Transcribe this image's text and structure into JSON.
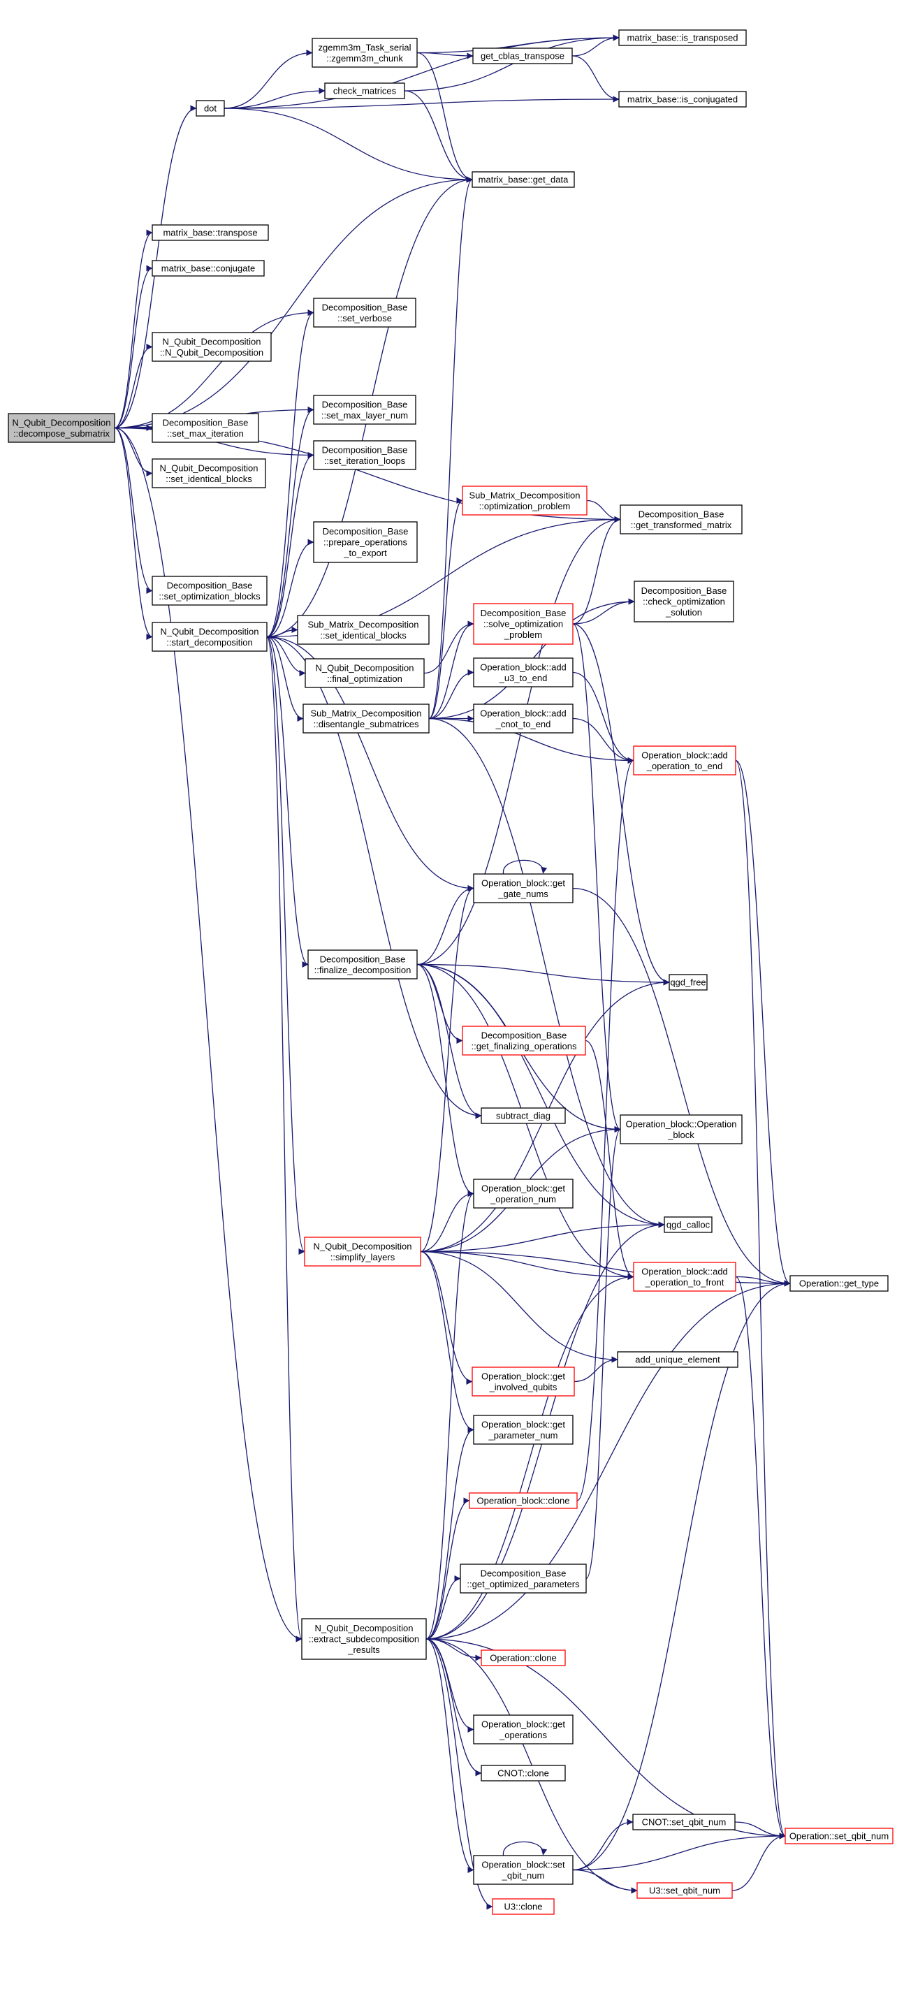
{
  "colors": {
    "edge": "#191970",
    "node_border": "#000000",
    "node_border_truncated": "#ff0000",
    "node_fill": "#ffffff",
    "root_fill": "#bfbfbf"
  },
  "nodes": [
    {
      "id": "root",
      "lines": [
        "N_Qubit_Decomposition",
        "::decompose_submatrix"
      ],
      "style": "root"
    },
    {
      "id": "dot",
      "lines": [
        "dot"
      ],
      "style": "normal"
    },
    {
      "id": "zgemm",
      "lines": [
        "zgemm3m_Task_serial",
        "::zgemm3m_chunk"
      ],
      "style": "normal"
    },
    {
      "id": "check_mat",
      "lines": [
        "check_matrices"
      ],
      "style": "normal"
    },
    {
      "id": "get_cblas",
      "lines": [
        "get_cblas_transpose"
      ],
      "style": "normal"
    },
    {
      "id": "is_transposed",
      "lines": [
        "matrix_base::is_transposed"
      ],
      "style": "normal"
    },
    {
      "id": "is_conjugated",
      "lines": [
        "matrix_base::is_conjugated"
      ],
      "style": "normal"
    },
    {
      "id": "get_data",
      "lines": [
        "matrix_base::get_data"
      ],
      "style": "normal"
    },
    {
      "id": "transpose",
      "lines": [
        "matrix_base::transpose"
      ],
      "style": "normal"
    },
    {
      "id": "conjugate",
      "lines": [
        "matrix_base::conjugate"
      ],
      "style": "normal"
    },
    {
      "id": "set_verbose",
      "lines": [
        "Decomposition_Base",
        "::set_verbose"
      ],
      "style": "normal"
    },
    {
      "id": "nqd_ctor",
      "lines": [
        "N_Qubit_Decomposition",
        "::N_Qubit_Decomposition"
      ],
      "style": "normal"
    },
    {
      "id": "set_max_layer",
      "lines": [
        "Decomposition_Base",
        "::set_max_layer_num"
      ],
      "style": "normal"
    },
    {
      "id": "set_max_iter",
      "lines": [
        "Decomposition_Base",
        "::set_max_iteration"
      ],
      "style": "normal"
    },
    {
      "id": "set_iter_loops",
      "lines": [
        "Decomposition_Base",
        "::set_iteration_loops"
      ],
      "style": "normal"
    },
    {
      "id": "set_ident_nqd",
      "lines": [
        "N_Qubit_Decomposition",
        "::set_identical_blocks"
      ],
      "style": "normal"
    },
    {
      "id": "opt_problem",
      "lines": [
        "Sub_Matrix_Decomposition",
        "::optimization_problem"
      ],
      "style": "truncated"
    },
    {
      "id": "get_transformed",
      "lines": [
        "Decomposition_Base",
        "::get_transformed_matrix"
      ],
      "style": "normal"
    },
    {
      "id": "prepare_ops",
      "lines": [
        "Decomposition_Base",
        "::prepare_operations",
        "_to_export"
      ],
      "style": "normal"
    },
    {
      "id": "set_opt_blocks",
      "lines": [
        "Decomposition_Base",
        "::set_optimization_blocks"
      ],
      "style": "normal"
    },
    {
      "id": "solve_opt",
      "lines": [
        "Decomposition_Base",
        "::solve_optimization",
        "_problem"
      ],
      "style": "truncated"
    },
    {
      "id": "check_opt",
      "lines": [
        "Decomposition_Base",
        "::check_optimization",
        "_solution"
      ],
      "style": "normal"
    },
    {
      "id": "start_decomp",
      "lines": [
        "N_Qubit_Decomposition",
        "::start_decomposition"
      ],
      "style": "normal"
    },
    {
      "id": "set_ident_smd",
      "lines": [
        "Sub_Matrix_Decomposition",
        "::set_identical_blocks"
      ],
      "style": "normal"
    },
    {
      "id": "final_opt",
      "lines": [
        "N_Qubit_Decomposition",
        "::final_optimization"
      ],
      "style": "normal"
    },
    {
      "id": "add_u3",
      "lines": [
        "Operation_block::add",
        "_u3_to_end"
      ],
      "style": "normal"
    },
    {
      "id": "disentangle",
      "lines": [
        "Sub_Matrix_Decomposition",
        "::disentangle_submatrices"
      ],
      "style": "normal"
    },
    {
      "id": "add_cnot",
      "lines": [
        "Operation_block::add",
        "_cnot_to_end"
      ],
      "style": "normal"
    },
    {
      "id": "add_op_end",
      "lines": [
        "Operation_block::add",
        "_operation_to_end"
      ],
      "style": "truncated"
    },
    {
      "id": "get_gate_nums",
      "lines": [
        "Operation_block::get",
        "_gate_nums"
      ],
      "style": "normal"
    },
    {
      "id": "finalize",
      "lines": [
        "Decomposition_Base",
        "::finalize_decomposition"
      ],
      "style": "normal"
    },
    {
      "id": "qgd_free",
      "lines": [
        "qgd_free"
      ],
      "style": "normal"
    },
    {
      "id": "get_finalizing",
      "lines": [
        "Decomposition_Base",
        "::get_finalizing_operations"
      ],
      "style": "truncated"
    },
    {
      "id": "subtract_diag",
      "lines": [
        "subtract_diag"
      ],
      "style": "normal"
    },
    {
      "id": "opblock_ctor",
      "lines": [
        "Operation_block::Operation",
        "_block"
      ],
      "style": "normal"
    },
    {
      "id": "get_op_num",
      "lines": [
        "Operation_block::get",
        "_operation_num"
      ],
      "style": "normal"
    },
    {
      "id": "qgd_calloc",
      "lines": [
        "qgd_calloc"
      ],
      "style": "normal"
    },
    {
      "id": "simplify",
      "lines": [
        "N_Qubit_Decomposition",
        "::simplify_layers"
      ],
      "style": "truncated"
    },
    {
      "id": "add_op_front",
      "lines": [
        "Operation_block::add",
        "_operation_to_front"
      ],
      "style": "truncated"
    },
    {
      "id": "get_type",
      "lines": [
        "Operation::get_type"
      ],
      "style": "normal"
    },
    {
      "id": "add_unique",
      "lines": [
        "add_unique_element"
      ],
      "style": "normal"
    },
    {
      "id": "involved_qubits",
      "lines": [
        "Operation_block::get",
        "_involved_qubits"
      ],
      "style": "truncated"
    },
    {
      "id": "get_param_num",
      "lines": [
        "Operation_block::get",
        "_parameter_num"
      ],
      "style": "normal"
    },
    {
      "id": "opblock_clone",
      "lines": [
        "Operation_block::clone"
      ],
      "style": "truncated"
    },
    {
      "id": "get_opt_params",
      "lines": [
        "Decomposition_Base",
        "::get_optimized_parameters"
      ],
      "style": "normal"
    },
    {
      "id": "extract",
      "lines": [
        "N_Qubit_Decomposition",
        "::extract_subdecomposition",
        "_results"
      ],
      "style": "normal"
    },
    {
      "id": "op_clone",
      "lines": [
        "Operation::clone"
      ],
      "style": "truncated"
    },
    {
      "id": "get_operations",
      "lines": [
        "Operation_block::get",
        "_operations"
      ],
      "style": "normal"
    },
    {
      "id": "cnot_clone",
      "lines": [
        "CNOT::clone"
      ],
      "style": "normal"
    },
    {
      "id": "cnot_set_qbit",
      "lines": [
        "CNOT::set_qbit_num"
      ],
      "style": "normal"
    },
    {
      "id": "op_set_qbit",
      "lines": [
        "Operation::set_qbit_num"
      ],
      "style": "truncated"
    },
    {
      "id": "opblock_set_qbit",
      "lines": [
        "Operation_block::set",
        "_qbit_num"
      ],
      "style": "normal"
    },
    {
      "id": "u3_set_qbit",
      "lines": [
        "U3::set_qbit_num"
      ],
      "style": "truncated"
    },
    {
      "id": "u3_clone",
      "lines": [
        "U3::clone"
      ],
      "style": "truncated"
    }
  ],
  "edges": [
    [
      "root",
      "dot"
    ],
    [
      "root",
      "get_data"
    ],
    [
      "root",
      "transpose"
    ],
    [
      "root",
      "conjugate"
    ],
    [
      "root",
      "set_verbose"
    ],
    [
      "root",
      "nqd_ctor"
    ],
    [
      "root",
      "set_max_layer"
    ],
    [
      "root",
      "set_max_iter"
    ],
    [
      "root",
      "set_iter_loops"
    ],
    [
      "root",
      "set_ident_nqd"
    ],
    [
      "root",
      "get_transformed"
    ],
    [
      "root",
      "set_opt_blocks"
    ],
    [
      "root",
      "start_decomp"
    ],
    [
      "root",
      "extract"
    ],
    [
      "dot",
      "zgemm"
    ],
    [
      "dot",
      "check_mat"
    ],
    [
      "dot",
      "is_transposed"
    ],
    [
      "dot",
      "is_conjugated"
    ],
    [
      "dot",
      "get_data"
    ],
    [
      "zgemm",
      "is_transposed"
    ],
    [
      "zgemm",
      "get_cblas"
    ],
    [
      "zgemm",
      "get_data"
    ],
    [
      "check_mat",
      "is_transposed"
    ],
    [
      "check_mat",
      "get_data"
    ],
    [
      "get_cblas",
      "is_transposed"
    ],
    [
      "get_cblas",
      "is_conjugated"
    ],
    [
      "start_decomp",
      "set_verbose"
    ],
    [
      "start_decomp",
      "set_max_layer"
    ],
    [
      "start_decomp",
      "set_iter_loops"
    ],
    [
      "start_decomp",
      "prepare_ops"
    ],
    [
      "start_decomp",
      "set_ident_smd"
    ],
    [
      "start_decomp",
      "final_opt"
    ],
    [
      "start_decomp",
      "disentangle"
    ],
    [
      "start_decomp",
      "get_gate_nums"
    ],
    [
      "start_decomp",
      "finalize"
    ],
    [
      "start_decomp",
      "subtract_diag"
    ],
    [
      "start_decomp",
      "simplify"
    ],
    [
      "start_decomp",
      "extract"
    ],
    [
      "start_decomp",
      "get_data"
    ],
    [
      "start_decomp",
      "get_transformed"
    ],
    [
      "opt_problem",
      "get_transformed"
    ],
    [
      "solve_opt",
      "get_transformed"
    ],
    [
      "solve_opt",
      "check_opt"
    ],
    [
      "solve_opt",
      "qgd_free"
    ],
    [
      "solve_opt",
      "opblock_ctor"
    ],
    [
      "final_opt",
      "solve_opt"
    ],
    [
      "disentangle",
      "opt_problem"
    ],
    [
      "disentangle",
      "solve_opt"
    ],
    [
      "disentangle",
      "check_opt"
    ],
    [
      "disentangle",
      "add_u3"
    ],
    [
      "disentangle",
      "add_cnot"
    ],
    [
      "disentangle",
      "add_op_end"
    ],
    [
      "disentangle",
      "get_data"
    ],
    [
      "disentangle",
      "qgd_calloc"
    ],
    [
      "add_u3",
      "add_op_end"
    ],
    [
      "add_cnot",
      "add_op_end"
    ],
    [
      "add_op_end",
      "get_type"
    ],
    [
      "add_op_end",
      "op_set_qbit"
    ],
    [
      "get_gate_nums",
      "get_gate_nums"
    ],
    [
      "get_gate_nums",
      "get_type"
    ],
    [
      "finalize",
      "get_gate_nums"
    ],
    [
      "finalize",
      "qgd_free"
    ],
    [
      "finalize",
      "get_finalizing"
    ],
    [
      "finalize",
      "subtract_diag"
    ],
    [
      "finalize",
      "opblock_ctor"
    ],
    [
      "finalize",
      "get_op_num"
    ],
    [
      "finalize",
      "qgd_calloc"
    ],
    [
      "finalize",
      "get_transformed"
    ],
    [
      "finalize",
      "add_op_front"
    ],
    [
      "get_finalizing",
      "add_op_front"
    ],
    [
      "simplify",
      "get_gate_nums"
    ],
    [
      "simplify",
      "qgd_free"
    ],
    [
      "simplify",
      "opblock_ctor"
    ],
    [
      "simplify",
      "get_op_num"
    ],
    [
      "simplify",
      "qgd_calloc"
    ],
    [
      "simplify",
      "get_type"
    ],
    [
      "simplify",
      "add_unique"
    ],
    [
      "simplify",
      "involved_qubits"
    ],
    [
      "simplify",
      "get_param_num"
    ],
    [
      "simplify",
      "add_op_front"
    ],
    [
      "involved_qubits",
      "add_unique"
    ],
    [
      "add_op_front",
      "get_type"
    ],
    [
      "add_op_front",
      "op_set_qbit"
    ],
    [
      "opblock_clone",
      "add_op_end"
    ],
    [
      "get_opt_params",
      "opblock_ctor"
    ],
    [
      "extract",
      "get_op_num"
    ],
    [
      "extract",
      "get_param_num"
    ],
    [
      "extract",
      "opblock_clone"
    ],
    [
      "extract",
      "get_opt_params"
    ],
    [
      "extract",
      "op_clone"
    ],
    [
      "extract",
      "get_operations"
    ],
    [
      "extract",
      "cnot_clone"
    ],
    [
      "extract",
      "opblock_set_qbit"
    ],
    [
      "extract",
      "u3_clone"
    ],
    [
      "extract",
      "u3_set_qbit"
    ],
    [
      "extract",
      "op_set_qbit"
    ],
    [
      "extract",
      "get_type"
    ],
    [
      "extract",
      "qgd_calloc"
    ],
    [
      "extract",
      "add_op_front"
    ],
    [
      "opblock_set_qbit",
      "opblock_set_qbit"
    ],
    [
      "opblock_set_qbit",
      "cnot_set_qbit"
    ],
    [
      "opblock_set_qbit",
      "u3_set_qbit"
    ],
    [
      "opblock_set_qbit",
      "op_set_qbit"
    ],
    [
      "opblock_set_qbit",
      "get_type"
    ],
    [
      "cnot_set_qbit",
      "op_set_qbit"
    ],
    [
      "u3_set_qbit",
      "op_set_qbit"
    ]
  ]
}
